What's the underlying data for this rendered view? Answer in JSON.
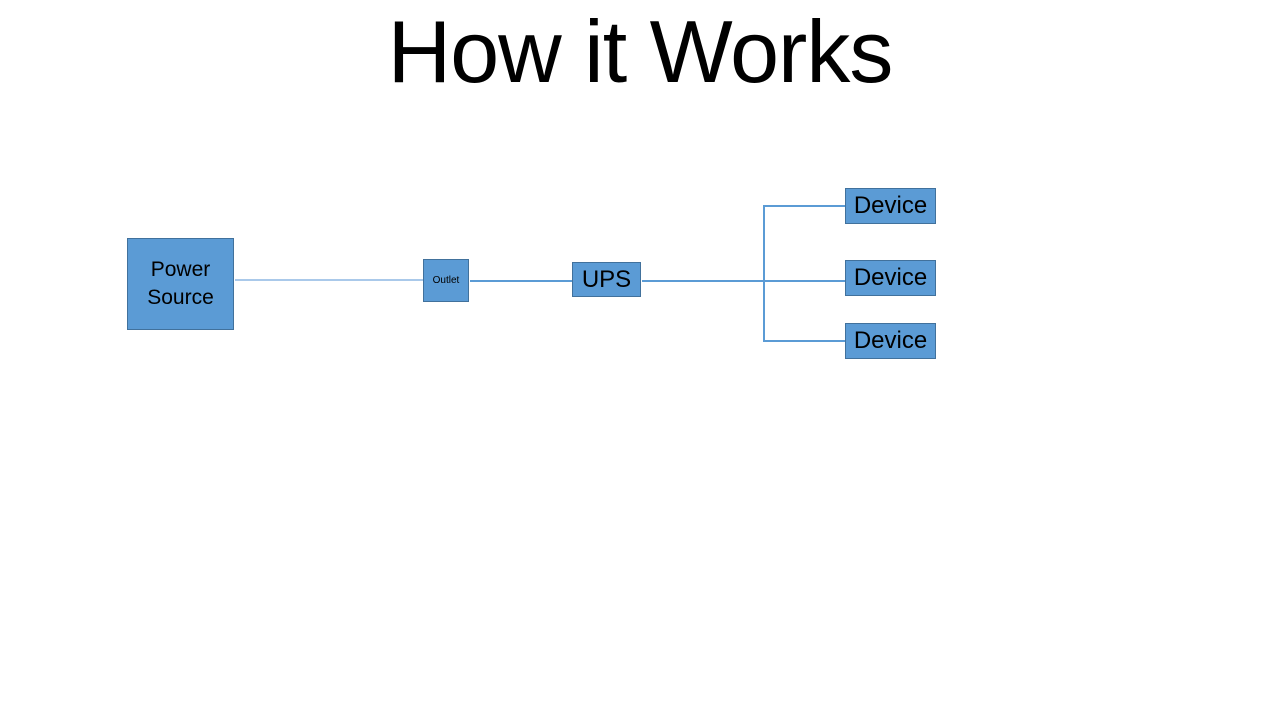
{
  "slide": {
    "title": "How it Works",
    "background": "#ffffff"
  },
  "colors": {
    "node_fill": "#5b9bd5",
    "node_border": "#41719c",
    "connector": "#5b9bd5",
    "connector_light": "#aac9ea",
    "title_text": "#000000",
    "node_text": "#000000"
  },
  "diagram": {
    "nodes": [
      {
        "id": "power-source",
        "label": "Power Source"
      },
      {
        "id": "outlet",
        "label": "Outlet"
      },
      {
        "id": "ups",
        "label": "UPS"
      },
      {
        "id": "device-1",
        "label": "Device"
      },
      {
        "id": "device-2",
        "label": "Device"
      },
      {
        "id": "device-3",
        "label": "Device"
      }
    ],
    "connections": [
      {
        "from": "power-source",
        "to": "outlet"
      },
      {
        "from": "outlet",
        "to": "ups"
      },
      {
        "from": "ups",
        "to": "device-1"
      },
      {
        "from": "ups",
        "to": "device-2"
      },
      {
        "from": "ups",
        "to": "device-3"
      }
    ]
  }
}
